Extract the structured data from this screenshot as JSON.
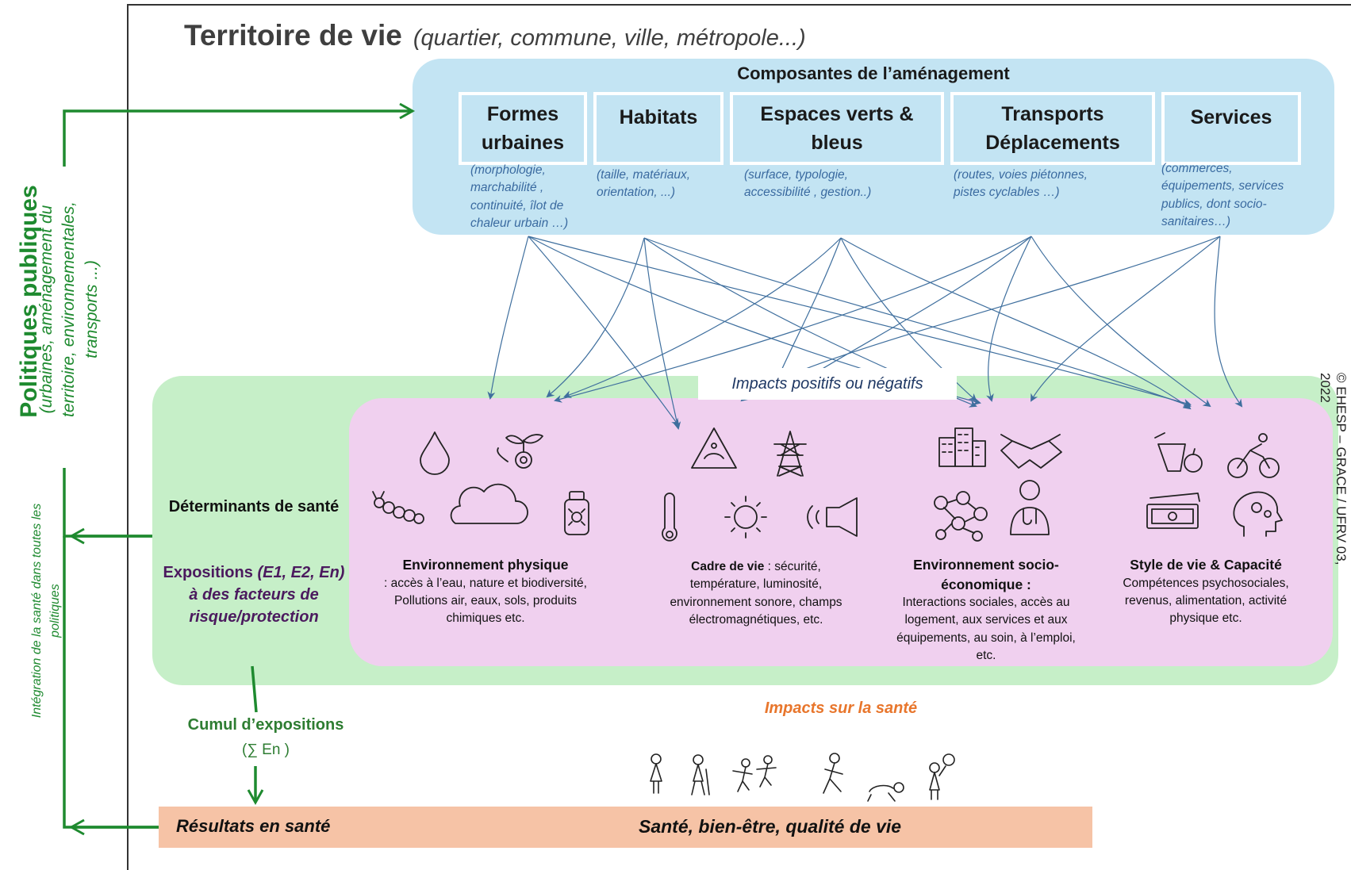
{
  "title": {
    "main": "Territoire de vie",
    "sub": "(quartier, commune, ville, métropole...)"
  },
  "composantes": {
    "title": "Composantes de l’aménagement",
    "items": [
      {
        "label": "Formes urbaines",
        "desc": "(morphologie, marchabilité , continuité, îlot de chaleur urbain …)"
      },
      {
        "label": "Habitats",
        "desc": "(taille, matériaux, orientation, ...)"
      },
      {
        "label": "Espaces verts & bleus",
        "desc": "(surface, typologie, accessibilité , gestion..)"
      },
      {
        "label": "Transports Déplacements",
        "desc": "(routes, voies piétonnes, pistes cyclables …)"
      },
      {
        "label": "Services",
        "desc": "(commerces, équipements, services publics, dont socio-sanitaires…)"
      }
    ]
  },
  "impacts_label": "Impacts positifs ou négatifs",
  "determinants": {
    "title": "Déterminants de santé",
    "expositions_prefix": "Expositions",
    "expositions_vars": "(E1, E2, En)",
    "expositions_suffix": "à des facteurs de risque/protection"
  },
  "categories": [
    {
      "title": "Environnement physique",
      "text": ": accès à l’eau, nature et biodiversité, Pollutions air, eaux, sols, produits chimiques etc."
    },
    {
      "title": "Cadre de vie",
      "text": " : sécurité, température, luminosité, environnement sonore, champs électromagnétiques, etc."
    },
    {
      "title": "Environnement socio-économique :",
      "text": "Interactions sociales, accès au logement, aux services et aux équipements, au soin, à l’emploi, etc."
    },
    {
      "title": "Style de vie & Capacité",
      "text": "Compétences psychosociales, revenus, alimentation, activité physique etc."
    }
  ],
  "cumul": {
    "title": "Cumul d’expositions",
    "formula": "(∑ En )"
  },
  "impacts_sante": "Impacts sur la santé",
  "resultats": {
    "left": "Résultats en santé",
    "center": "Santé, bien-être, qualité de vie"
  },
  "politiques": {
    "title": "Politiques publiques",
    "sub_line1": "(urbaines, aménagement du",
    "sub_line2": "territoire, environnementales,",
    "sub_line3": "transports ...)"
  },
  "integration": {
    "line1": "Intégration de la santé dans toutes les",
    "line2": "politiques"
  },
  "copyright": {
    "line1": "© EHESP – GRACE / UFRV 03,",
    "line2": "2022"
  },
  "colors": {
    "green_arrow": "#1e8a2f",
    "blue_arrow": "#3f6f9e",
    "blue_panel": "#c3e4f3",
    "green_panel": "#c6efc8",
    "pink_panel": "#f0d0ef",
    "result_bar": "#f6c3a6"
  }
}
